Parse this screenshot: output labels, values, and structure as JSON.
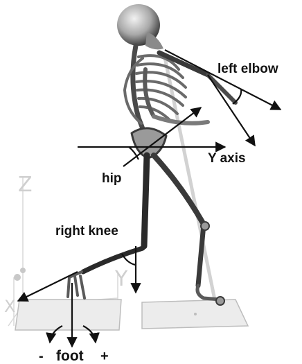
{
  "labels": {
    "left_elbow": "left elbow",
    "y_axis": "Y axis",
    "hip": "hip",
    "right_knee": "right knee",
    "foot": "foot",
    "minus": "-",
    "plus": "+"
  },
  "axis_letters": {
    "z": "Z",
    "y": "Y",
    "x": "X"
  },
  "colors": {
    "arrow": "#111111",
    "bone": "#b9b9b9",
    "bone_shadow": "#3a3a3a",
    "platform": "#e9e9e9",
    "platform_edge": "#bdbdbd",
    "club": "#cfcfcf",
    "grid": "#cfcfcf"
  }
}
